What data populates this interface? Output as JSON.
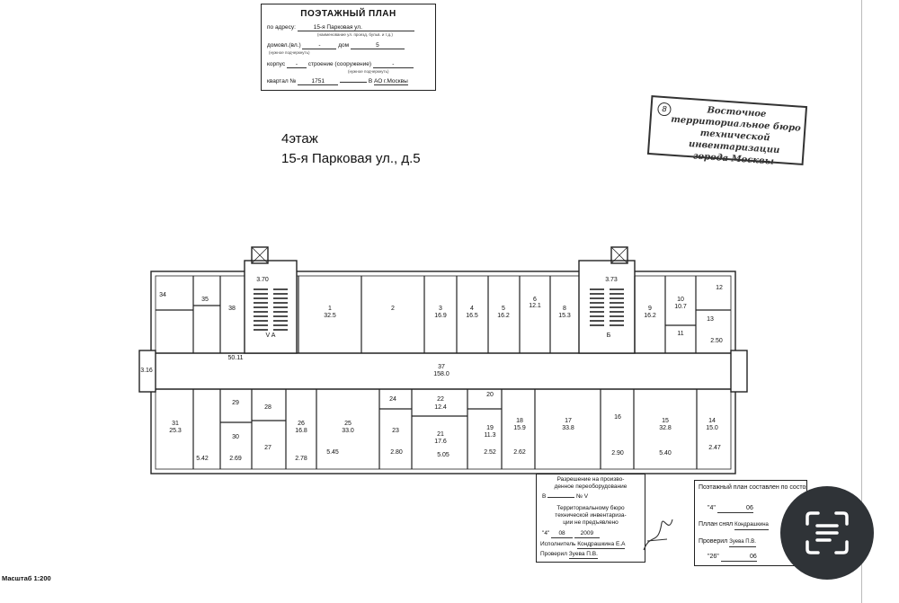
{
  "header_stamp": {
    "title": "ПОЭТАЖНЫЙ ПЛАН",
    "address_label": "по адресу:",
    "address_value": "15-я Парковая ул.",
    "address_hint": "(наименование ул. проезд, бульв. и т.д.)",
    "house_label": "домовл.(вл.)",
    "house_value": "-",
    "dom_label": "дом",
    "dom_value": "5",
    "house_hint": "(нужное подчеркнуть)",
    "korpus_label": "корпус",
    "korpus_value": "-",
    "stroenie_label": "строение (сооружение)",
    "stroenie_value": "-",
    "stroenie_hint": "(нужное подчеркнуть)",
    "kvartal_label": "квартал №",
    "kvartal_value": "1751",
    "ao_prefix": "В",
    "ao_value": "АО г.Москвы"
  },
  "bureau_stamp": {
    "number": "8",
    "lines": [
      "Восточное",
      "территориальное бюро",
      "технической инвентаризации",
      "города Москвы"
    ]
  },
  "floor_title": {
    "line1": "4этаж",
    "line2": "15-я Парковая ул., д.5"
  },
  "plan_labels": {
    "corridor_top": "50.11",
    "corridor_no": "37",
    "corridor_area": "158.0",
    "left_dim": "3.16",
    "stair_left_dim": "3.70",
    "stair_left_letter": "V A",
    "stair_right_dim": "3.73",
    "stair_right_letter": "Б",
    "right_dim": "2.50",
    "bottom_dims": [
      "5.42",
      "2.69",
      "2.78",
      "5.45",
      "2.80",
      "5.05",
      "2.52",
      "2.62",
      "2.90",
      "5.40",
      "2.47"
    ]
  },
  "rooms_top": [
    {
      "no": "34",
      "area": ""
    },
    {
      "no": "35",
      "area": ""
    },
    {
      "no": "38",
      "area": ""
    },
    {
      "no": "1",
      "area": "32.5"
    },
    {
      "no": "2",
      "area": ""
    },
    {
      "no": "3",
      "area": "16.9"
    },
    {
      "no": "4",
      "area": "16.5"
    },
    {
      "no": "5",
      "area": "16.2"
    },
    {
      "no": "6",
      "area": "12.1"
    },
    {
      "no": "8",
      "area": "15.3"
    },
    {
      "no": "9",
      "area": "16.2"
    },
    {
      "no": "10",
      "area": "10.7"
    },
    {
      "no": "11",
      "area": ""
    },
    {
      "no": "12",
      "area": ""
    },
    {
      "no": "13",
      "area": ""
    }
  ],
  "rooms_bottom": [
    {
      "no": "31",
      "area": "25.3"
    },
    {
      "no": "30",
      "area": ""
    },
    {
      "no": "29",
      "area": ""
    },
    {
      "no": "27",
      "area": ""
    },
    {
      "no": "28",
      "area": ""
    },
    {
      "no": "26",
      "area": "16.8"
    },
    {
      "no": "25",
      "area": "33.0"
    },
    {
      "no": "23",
      "area": ""
    },
    {
      "no": "24",
      "area": ""
    },
    {
      "no": "22",
      "area": "12.4"
    },
    {
      "no": "21",
      "area": "17.6"
    },
    {
      "no": "20",
      "area": ""
    },
    {
      "no": "19",
      "area": "11.3"
    },
    {
      "no": "18",
      "area": "15.9"
    },
    {
      "no": "17",
      "area": "33.8"
    },
    {
      "no": "16",
      "area": ""
    },
    {
      "no": "15",
      "area": "32.8"
    },
    {
      "no": "14",
      "area": "15.0"
    }
  ],
  "permit_box": {
    "title_line1": "Разрешение на произво-",
    "title_line2": "денное переоборудование",
    "line_v": "В",
    "line_v_no": "№ V",
    "body_line1": "Территориальному бюро",
    "body_line2": "технической инвентариза-",
    "body_line3": "ции не предъявлено",
    "date_day": "4",
    "date_month": "08",
    "date_year": "2009",
    "executor_label": "Исполнитель",
    "executor_value": "Кондрашкина Е.А",
    "checked_label": "Проверил",
    "checked_value": "Зуева П.В."
  },
  "compiled_box": {
    "title": "Поэтажный план составлен по состоянию на",
    "date_day": "4",
    "date_month": "06",
    "plan_label": "Пллан снял",
    "plan_value": "Кондрашкина",
    "checked_label": "Проверил",
    "checked_value": "Зуева П.В.",
    "date2_day": "26",
    "date2_month": "06"
  },
  "scale": "Масштаб 1:200",
  "scan_button": {
    "icon": "scan-text-icon"
  }
}
